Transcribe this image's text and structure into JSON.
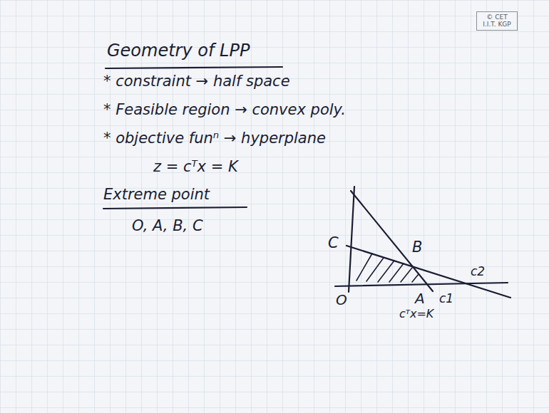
{
  "diagram": {
    "title": "Geometry of LPP",
    "nodes": [
      {
        "text": [
          "© CET I.I.T. KGP"
        ]
      }
    ],
    "labels": [
      "* constraint → half space",
      "* Feasible region → convex poly.",
      "* objective funⁿ → hyperplane",
      "z = cᵀx = K",
      "Extreme point",
      "O, A, B, C",
      "C",
      "B",
      "c2",
      "O",
      "A",
      "c1",
      "cᵀx=K"
    ]
  }
}
